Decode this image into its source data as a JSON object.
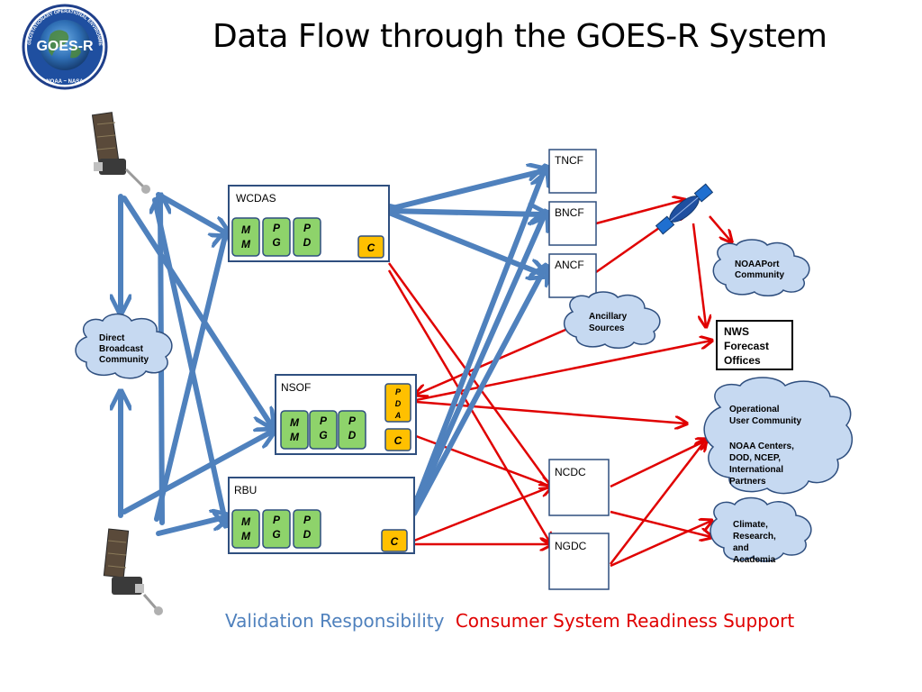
{
  "title": "Data Flow through the GOES-R System",
  "logo": {
    "top_text": "GEOSTATIONARY OPERATIONAL ENVIRONMENTAL SATELLITE R-SERIES",
    "center_text": "GOES-R",
    "bottom_text": "NOAA ~ NASA"
  },
  "boxes": {
    "wcdas": "WCDAS",
    "nsof": "NSOF",
    "rbu": "RBU",
    "tncf": "TNCF",
    "bncf": "BNCF",
    "ancf": "ANCF",
    "ncdc": "NCDC",
    "ngdc": "NGDC",
    "nws": [
      "NWS",
      "Forecast",
      "Offices"
    ]
  },
  "modules": {
    "mm": [
      "M",
      "M"
    ],
    "pg": [
      "P",
      "G"
    ],
    "pd": [
      "P",
      "D"
    ],
    "c": "C",
    "pda": [
      "P",
      "D",
      "A"
    ]
  },
  "clouds": {
    "direct_broadcast": [
      "Direct",
      "Broadcast",
      "Community"
    ],
    "ancillary": [
      "Ancillary",
      "Sources"
    ],
    "noaaport": [
      "NOAAPort",
      "Community"
    ],
    "operational": [
      "Operational",
      "User Community",
      "",
      "NOAA Centers,",
      "DOD, NCEP,",
      "International",
      "Partners"
    ],
    "climate": [
      "Climate,",
      "Research,",
      "and",
      "Academia"
    ]
  },
  "legend": {
    "blue": "Validation Responsibility",
    "red": "Consumer System Readiness Support"
  },
  "colors": {
    "blue_arrow": "#4f81bd",
    "red_arrow": "#e00000",
    "box_border": "#2f4f7f",
    "module_green": "#8ed36b",
    "module_orange": "#ffc000",
    "cloud_fill": "#c6d9f1"
  }
}
